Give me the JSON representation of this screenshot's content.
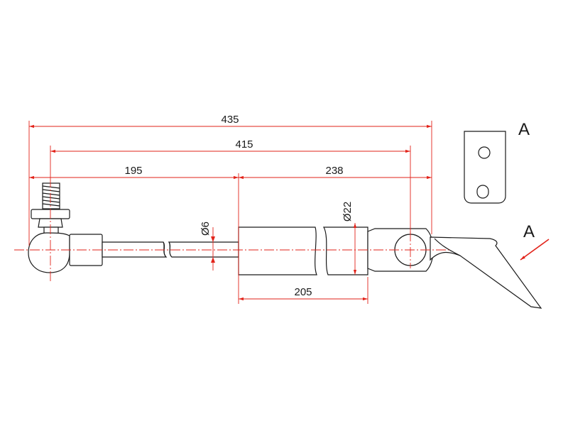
{
  "dimensions": {
    "overall_length": "435",
    "length_415": "415",
    "rod_section": "195",
    "body_section": "238",
    "cylinder_length": "205",
    "rod_diameter": "Ø6",
    "cylinder_diameter": "Ø22"
  },
  "views": {
    "detail_view_label": "A",
    "view_arrow_label": "A"
  },
  "colors": {
    "dimension_lines": "#e2231a",
    "part_outline": "#1a1a1a",
    "background": "#ffffff"
  }
}
